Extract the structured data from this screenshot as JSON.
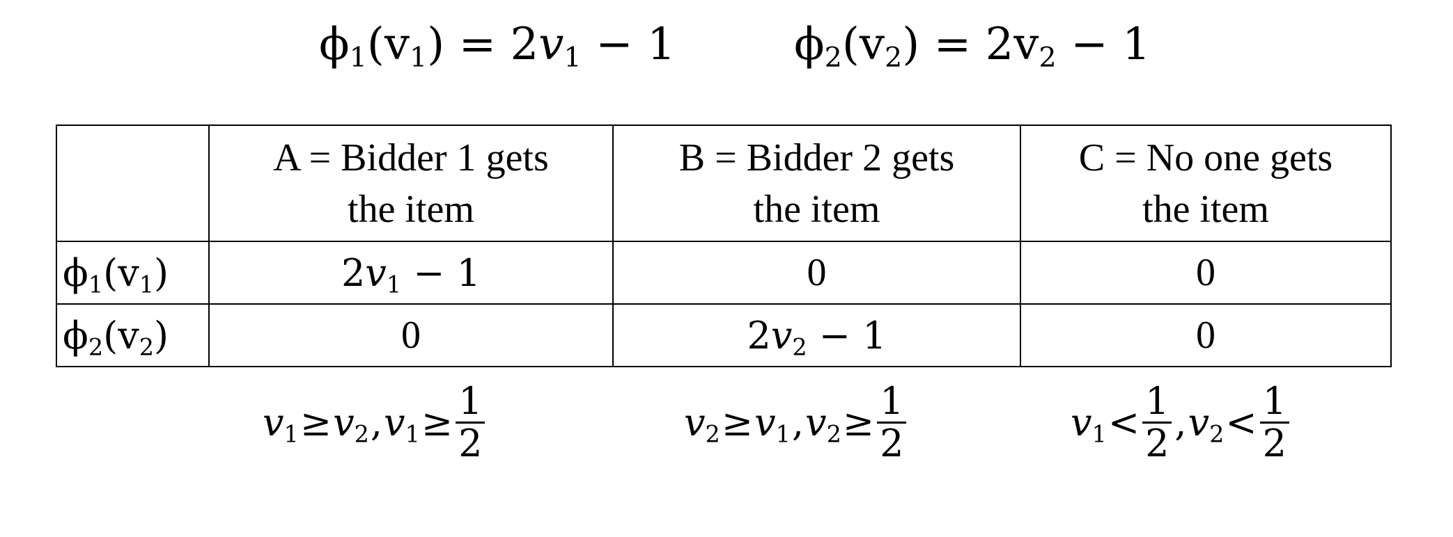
{
  "formulas": {
    "phi1": {
      "lhs_phi": "ϕ",
      "lhs_sub": "1",
      "lhs_arg": "v",
      "lhs_arg_sub": "1",
      "rhs_prefix": "2",
      "rhs_var": "v",
      "rhs_sub": "1",
      "rhs_suffix": " − 1"
    },
    "phi2": {
      "lhs_phi": "ϕ",
      "lhs_sub": "2",
      "lhs_arg": "v",
      "lhs_arg_sub": "2",
      "rhs_prefix": "2v",
      "rhs_sub": "2",
      "rhs_suffix": " − 1"
    }
  },
  "table": {
    "headers": [
      {
        "line1": "A = Bidder 1 gets",
        "line2": "the item"
      },
      {
        "line1": "B = Bidder 2 gets",
        "line2": "the item"
      },
      {
        "line1": "C = No one gets",
        "line2": "the item"
      }
    ],
    "rows": [
      {
        "label_phi": "ϕ",
        "label_sub": "1",
        "label_arg": "v",
        "label_arg_sub": "1",
        "a_prefix": "2",
        "a_var": "v",
        "a_sub": "1",
        "a_suffix": " − 1",
        "b": "0",
        "c": "0"
      },
      {
        "label_phi": "ϕ",
        "label_sub": "2",
        "label_arg": "v",
        "label_arg_sub": "2",
        "a": "0",
        "b_prefix": "2",
        "b_var": "v",
        "b_sub": "2",
        "b_suffix": " − 1",
        "c": "0"
      }
    ]
  },
  "conditions": {
    "a": {
      "v": "v",
      "s1": "1",
      "op1": " ≥ ",
      "s2": "2",
      "sep": " , ",
      "s3": "1",
      "op2": " ≥ ",
      "num": "1",
      "den": "2"
    },
    "b": {
      "v": "v",
      "s1": "2",
      "op1": " ≥ ",
      "s2": "1",
      "sep": " , ",
      "s3": "2",
      "op2": " ≥ ",
      "num": "1",
      "den": "2"
    },
    "c": {
      "v": "v",
      "s1": "1",
      "op1": " < ",
      "num1": "1",
      "den1": "2",
      "sep": " , ",
      "s2": "2",
      "op2": " < ",
      "num2": "1",
      "den2": "2"
    }
  }
}
